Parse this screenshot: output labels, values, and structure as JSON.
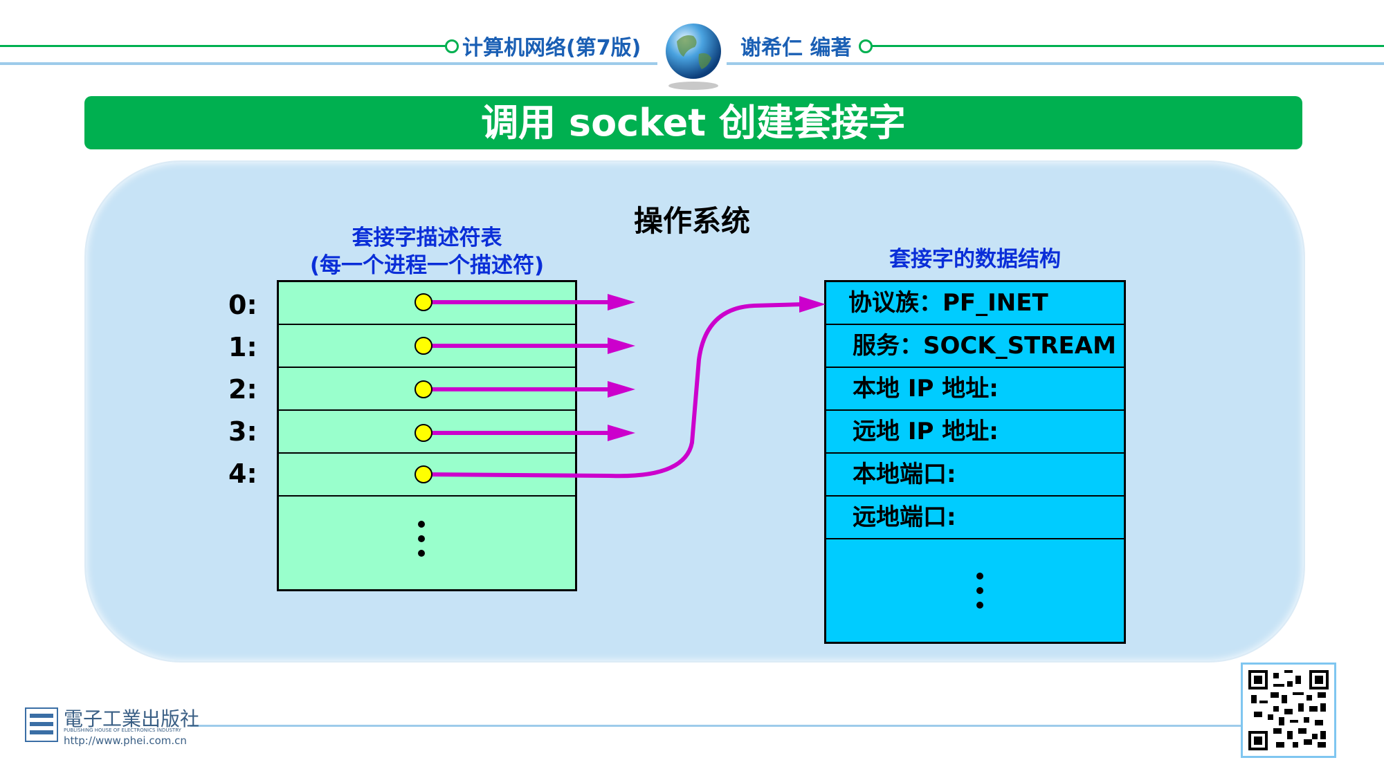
{
  "header": {
    "book_title": "计算机网络(第7版)",
    "author": "谢希仁 编著",
    "line_color": "#00b050",
    "text_color": "#1a5fb4"
  },
  "slide_title": "调用 socket 创建套接字",
  "panel": {
    "os_label": "操作系统",
    "descriptor_table": {
      "title_line1": "套接字描述符表",
      "title_line2": "(每一个进程一个描述符)",
      "indices": [
        "0:",
        "1:",
        "2:",
        "3:",
        "4:"
      ],
      "fill_color": "#99ffcc"
    },
    "data_structure": {
      "title": "套接字的数据结构",
      "rows": [
        "协议族：PF_INET",
        "服务：SOCK_STREAM",
        "本地 IP 地址:",
        "远地 IP 地址:",
        "本地端口:",
        "远地端口:"
      ],
      "fill_color": "#00ccff"
    },
    "pointer_color": "#cc00cc",
    "dot_color": "#ffff00"
  },
  "footer": {
    "publisher_name": "電子工業出版社",
    "publisher_en": "PUBLISHING HOUSE OF ELECTRONICS INDUSTRY",
    "url": "http://www.phei.com.cn"
  }
}
